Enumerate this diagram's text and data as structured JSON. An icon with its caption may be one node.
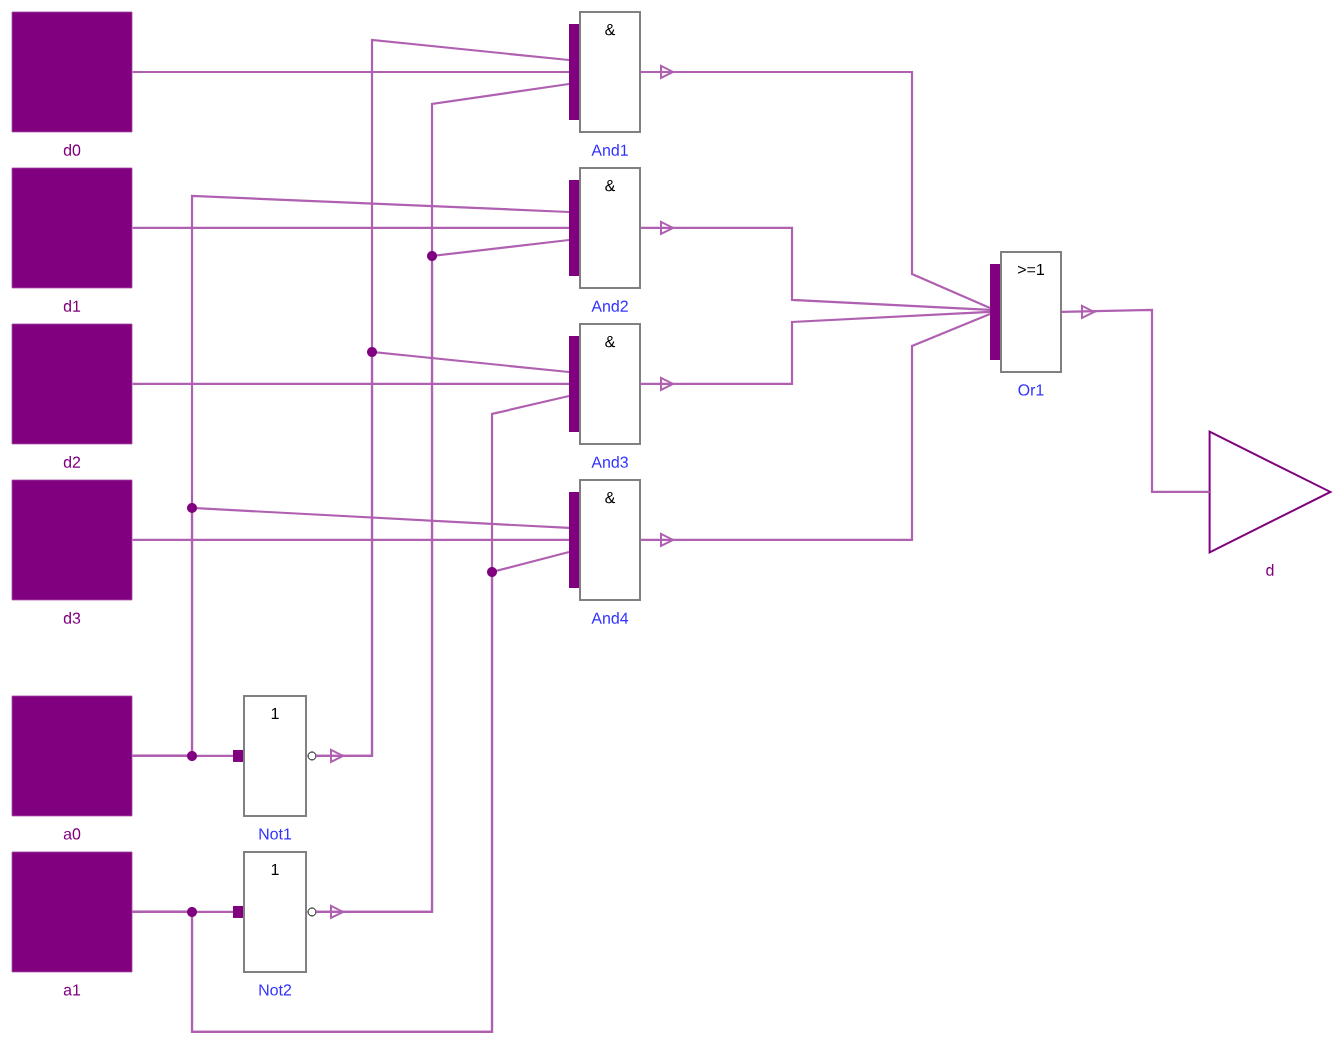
{
  "diagram": {
    "nodes": [
      {
        "text": [
          "d0"
        ]
      },
      {
        "text": [
          "d1"
        ]
      },
      {
        "text": [
          "d2"
        ]
      },
      {
        "text": [
          "d3"
        ]
      },
      {
        "text": [
          "a0"
        ]
      },
      {
        "text": [
          "a1"
        ]
      },
      {
        "text": [
          "&",
          "And1"
        ]
      },
      {
        "text": [
          "&",
          "And2"
        ]
      },
      {
        "text": [
          "&",
          "And3"
        ]
      },
      {
        "text": [
          "&",
          "And4"
        ]
      },
      {
        "text": [
          "1",
          "Not1"
        ]
      },
      {
        "text": [
          "1",
          "Not2"
        ]
      },
      {
        "text": [
          ">=1",
          "Or1"
        ]
      },
      {
        "text": [
          "d"
        ]
      }
    ],
    "edges": [
      {
        "from": 0,
        "to": 6,
        "arrow": "none"
      },
      {
        "from": 1,
        "to": 7,
        "arrow": "none"
      },
      {
        "from": 2,
        "to": 8,
        "arrow": "none"
      },
      {
        "from": 3,
        "to": 9,
        "arrow": "none"
      },
      {
        "from": 4,
        "to": 10,
        "arrow": "none"
      },
      {
        "from": 4,
        "to": 7,
        "arrow": "none"
      },
      {
        "from": 4,
        "to": 9,
        "arrow": "none"
      },
      {
        "from": 5,
        "to": 11,
        "arrow": "none"
      },
      {
        "from": 5,
        "to": 8,
        "arrow": "none"
      },
      {
        "from": 5,
        "to": 9,
        "arrow": "none"
      },
      {
        "from": 10,
        "to": 6,
        "arrow": "none"
      },
      {
        "from": 10,
        "to": 8,
        "arrow": "none"
      },
      {
        "from": 11,
        "to": 6,
        "arrow": "none"
      },
      {
        "from": 11,
        "to": 7,
        "arrow": "none"
      },
      {
        "from": 6,
        "to": 12,
        "arrow": "none"
      },
      {
        "from": 7,
        "to": 12,
        "arrow": "none"
      },
      {
        "from": 8,
        "to": 12,
        "arrow": "none"
      },
      {
        "from": 9,
        "to": 12,
        "arrow": "none"
      },
      {
        "from": 12,
        "to": 13,
        "arrow": "none"
      }
    ]
  }
}
